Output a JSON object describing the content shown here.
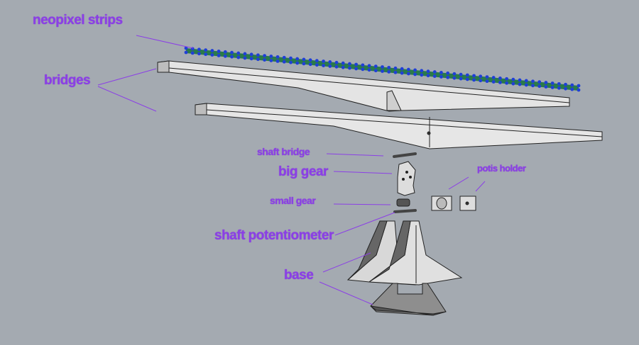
{
  "labels": {
    "neopixel_strips": "neopixel strips",
    "bridges": "bridges",
    "shaft_bridge": "shaft bridge",
    "big_gear": "big gear",
    "small_gear": "small gear",
    "shaft_potentiometer": "shaft potentiometer",
    "base": "base",
    "potis_holder": "potis holder"
  },
  "colors": {
    "label": "#8b3fe6",
    "background": "#a4aab1",
    "part": "#e2e2e2"
  }
}
